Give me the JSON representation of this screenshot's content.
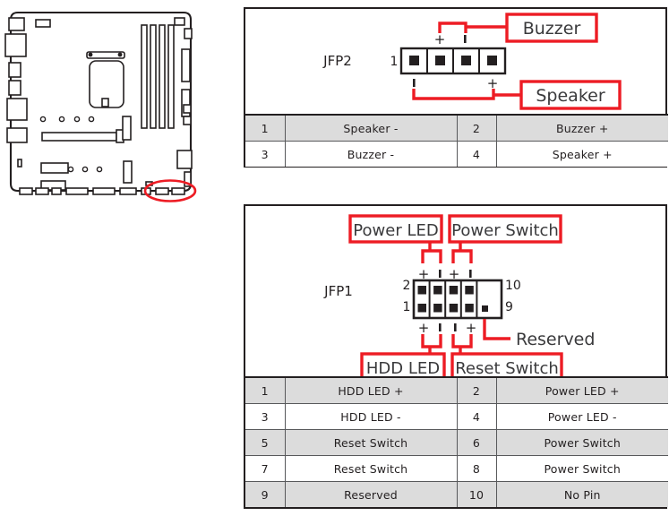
{
  "board": {
    "label": "motherboard-layout",
    "highlight": "jfp-connectors-highlight"
  },
  "jfp2": {
    "name": "JFP2",
    "pin_start_label": "1",
    "pin_count": 4,
    "callouts": [
      {
        "id": "buzzer",
        "label": "Buzzer",
        "position": "top",
        "boxed": true,
        "spans": [
          2,
          3
        ]
      },
      {
        "id": "speaker",
        "label": "Speaker",
        "position": "bottom",
        "boxed": true,
        "spans": [
          1,
          4
        ]
      }
    ],
    "polarity_top": [
      "+",
      "ı"
    ],
    "polarity_bottom": [
      "ı",
      "+"
    ],
    "table": {
      "rows": [
        {
          "shaded": true,
          "cells": [
            "1",
            "Speaker -",
            "2",
            "Buzzer +"
          ]
        },
        {
          "shaded": false,
          "cells": [
            "3",
            "Buzzer -",
            "4",
            "Speaker +"
          ]
        }
      ]
    }
  },
  "jfp1": {
    "name": "JFP1",
    "pin_label_top_left": "2",
    "pin_label_bottom_left": "1",
    "pin_label_top_right": "10",
    "pin_label_bottom_right": "9",
    "callouts": [
      {
        "id": "power-led",
        "label": "Power LED",
        "position": "top",
        "boxed": true
      },
      {
        "id": "power-switch",
        "label": "Power Switch",
        "position": "top",
        "boxed": true
      },
      {
        "id": "hdd-led",
        "label": "HDD LED",
        "position": "bottom",
        "boxed": true
      },
      {
        "id": "reset-switch",
        "label": "Reset Switch",
        "position": "bottom",
        "boxed": true
      },
      {
        "id": "reserved",
        "label": "Reserved",
        "position": "right",
        "boxed": false
      }
    ],
    "polarity_top": [
      "+",
      "ı",
      "+",
      "ı"
    ],
    "polarity_bottom": [
      "+",
      "ı",
      "ı",
      "+"
    ],
    "table": {
      "rows": [
        {
          "shaded": true,
          "cells": [
            "1",
            "HDD LED +",
            "2",
            "Power LED +"
          ]
        },
        {
          "shaded": false,
          "cells": [
            "3",
            "HDD LED -",
            "4",
            "Power LED -"
          ]
        },
        {
          "shaded": true,
          "cells": [
            "5",
            "Reset Switch",
            "6",
            "Power Switch"
          ]
        },
        {
          "shaded": false,
          "cells": [
            "7",
            "Reset Switch",
            "8",
            "Power Switch"
          ]
        },
        {
          "shaded": true,
          "cells": [
            "9",
            "Reserved",
            "10",
            "No Pin"
          ]
        }
      ]
    }
  },
  "colors": {
    "accent_red": "#ed1c24",
    "ink": "#231f20",
    "row_shaded": "#dcdcdc",
    "grid": "#58595b"
  }
}
